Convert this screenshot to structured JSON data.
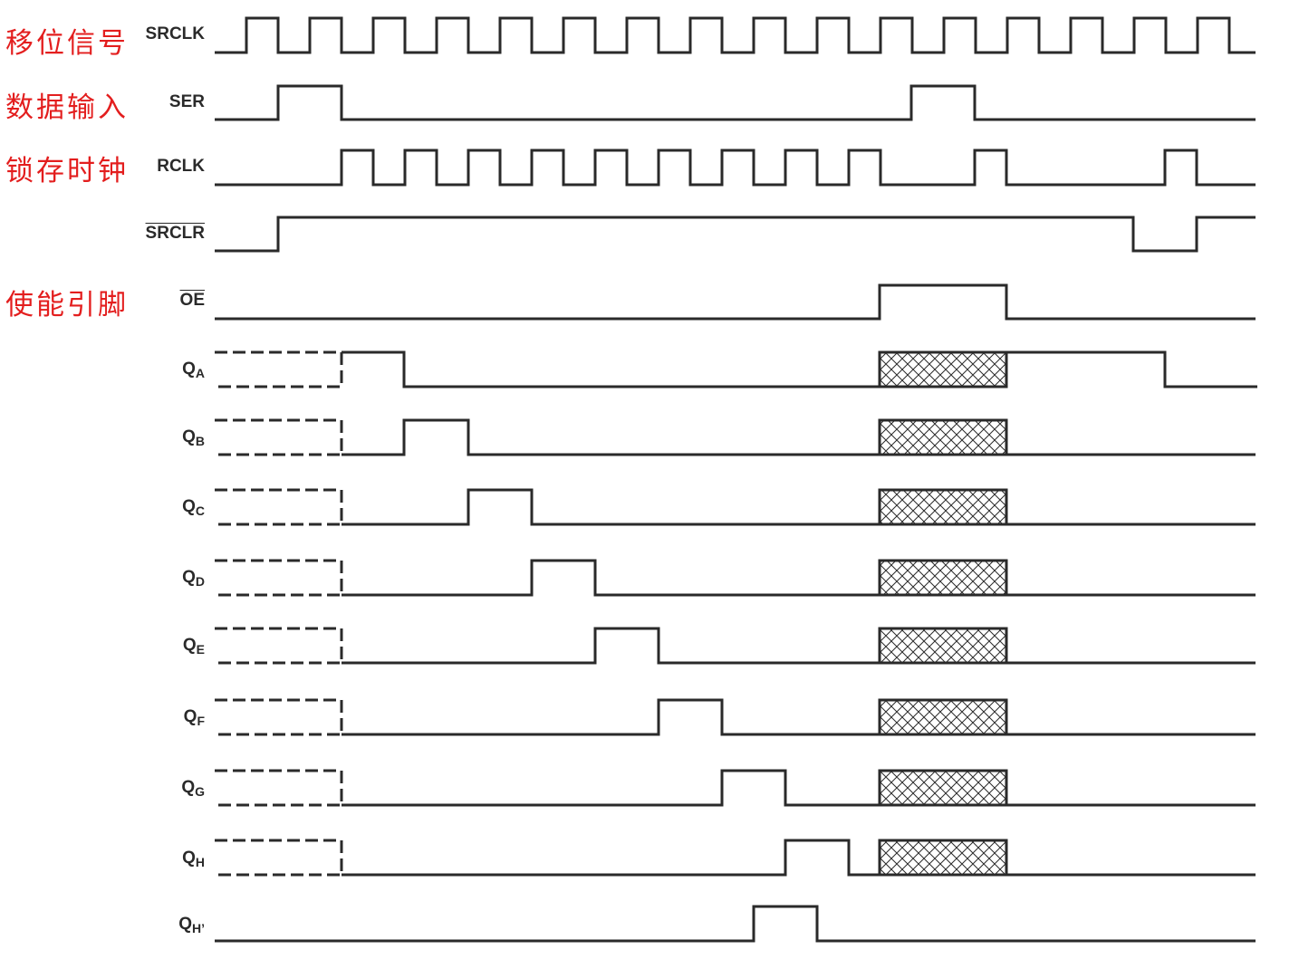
{
  "chinese_labels": {
    "shift_clock": "移位信号",
    "data_input": "数据输入",
    "latch_clock": "锁存时钟",
    "enable_pin": "使能引脚"
  },
  "signals": [
    {
      "id": "srclk",
      "label": "SRCLK",
      "sub": "",
      "overline": false
    },
    {
      "id": "ser",
      "label": "SER",
      "sub": "",
      "overline": false
    },
    {
      "id": "rclk",
      "label": "RCLK",
      "sub": "",
      "overline": false
    },
    {
      "id": "srclr",
      "label": "SRCLR",
      "sub": "",
      "overline": true
    },
    {
      "id": "oe",
      "label": "OE",
      "sub": "",
      "overline": true
    },
    {
      "id": "qa",
      "label": "Q",
      "sub": "A",
      "overline": false
    },
    {
      "id": "qb",
      "label": "Q",
      "sub": "B",
      "overline": false
    },
    {
      "id": "qc",
      "label": "Q",
      "sub": "C",
      "overline": false
    },
    {
      "id": "qd",
      "label": "Q",
      "sub": "D",
      "overline": false
    },
    {
      "id": "qe",
      "label": "Q",
      "sub": "E",
      "overline": false
    },
    {
      "id": "qf",
      "label": "Q",
      "sub": "F",
      "overline": false
    },
    {
      "id": "qg",
      "label": "Q",
      "sub": "G",
      "overline": false
    },
    {
      "id": "qh",
      "label": "Q",
      "sub": "H",
      "overline": false
    },
    {
      "id": "qhp",
      "label": "Q",
      "sub": "H’",
      "overline": false
    }
  ],
  "colors": {
    "line": "#2a2a2a",
    "chinese_text": "#e31e1e"
  }
}
